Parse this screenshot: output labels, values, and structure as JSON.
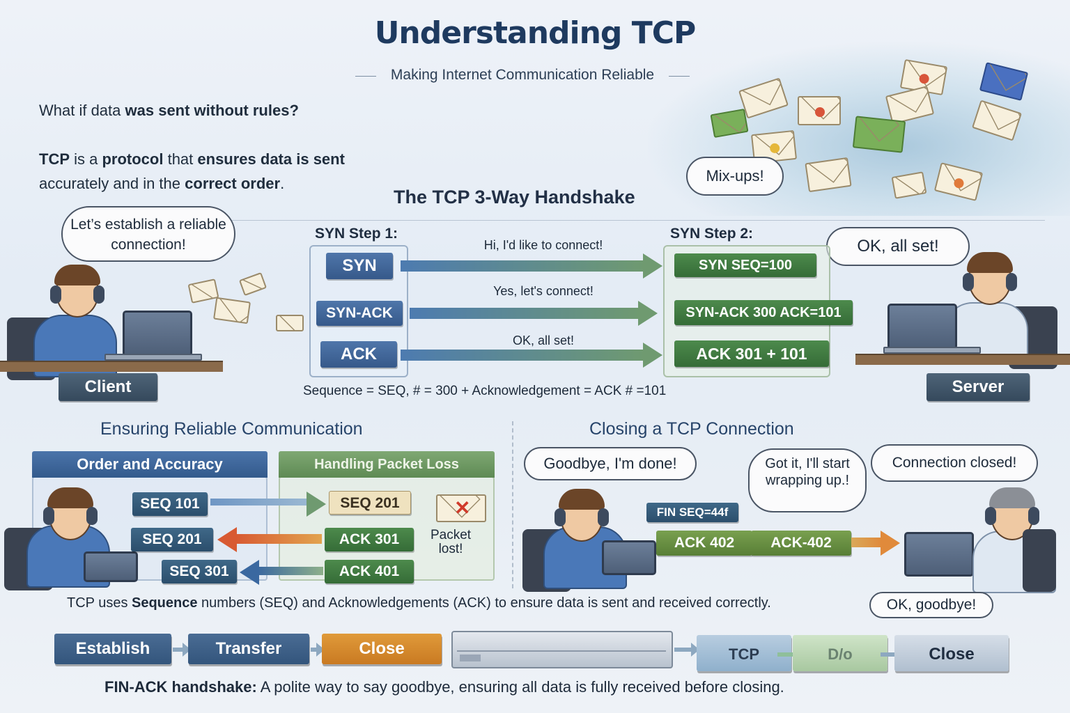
{
  "header": {
    "title": "Understanding TCP",
    "subtitle": "Making Internet Communication Reliable"
  },
  "intro": {
    "question_plain": "What if data ",
    "question_bold": "was sent without rules?",
    "line_a_bold": "TCP",
    "line_a_plain": " is a ",
    "line_a_bold2": "protocol",
    "line_a_plain2": " that ",
    "line_a_bold3": "ensures data is sent",
    "line_b_plain": "accurately and in the ",
    "line_b_bold": "correct order",
    "line_b_end": "."
  },
  "chaos": {
    "bubble": "Mix-ups!"
  },
  "handshake": {
    "title": "The TCP 3-Way Handshake",
    "client_bubble": "Let’s establish a reliable connection!",
    "server_bubble": "OK, all set!",
    "step1_label": "SYN Step 1:",
    "step2_label": "SYN Step 2:",
    "left_tags": [
      "SYN",
      "SYN-ACK",
      "ACK"
    ],
    "right_tags": [
      "SYN  SEQ=100",
      "SYN-ACK 300 ACK=101",
      "ACK 301 + 101"
    ],
    "arrow_labels": [
      "Hi, I'd like to connect!",
      "Yes, let's connect!",
      "OK, all set!"
    ],
    "sequence_note": "Sequence = SEQ, # = 300 + Acknowledgement = ACK # =101",
    "client_label": "Client",
    "server_label": "Server"
  },
  "reliable": {
    "title": "Ensuring Reliable Communication",
    "order_head": "Order and Accuracy",
    "loss_head": "Handling Packet Loss",
    "seq_tags": [
      "SEQ 101",
      "SEQ 201",
      "SEQ 301"
    ],
    "right_tags": [
      "SEQ 201",
      "ACK 301",
      "ACK 401"
    ],
    "lost_note": "Packet lost!"
  },
  "closing": {
    "title": "Closing a TCP Connection",
    "bubble_client": "Goodbye, I'm done!",
    "bubble_mid": "Got it, I'll start wrapping up.!",
    "bubble_server": "Connection closed!",
    "fin_tag": "FIN  SEQ=44f",
    "ack_tag_a": "ACK 402",
    "ack_tag_b": "ACK-402",
    "goodbye_bubble": "OK, goodbye!"
  },
  "footer": {
    "seq_note_a": "TCP uses ",
    "seq_note_bold": "Sequence",
    "seq_note_b": " numbers (SEQ) and Acknowledgements (ACK) to ensure data is sent and received correctly.",
    "flow": [
      "Establish",
      "Transfer",
      "Close"
    ],
    "flow_right": [
      "TCP",
      "D/o",
      "Close"
    ],
    "fin_bold": "FIN-ACK handshake:",
    "fin_text": "  A polite way to say goodbye, ensuring all data is fully received before closing."
  },
  "colors": {
    "title": "#1e3a5f",
    "tag_blue": "#36598a",
    "tag_green": "#356c37",
    "close_orange": "#d98a2b"
  }
}
